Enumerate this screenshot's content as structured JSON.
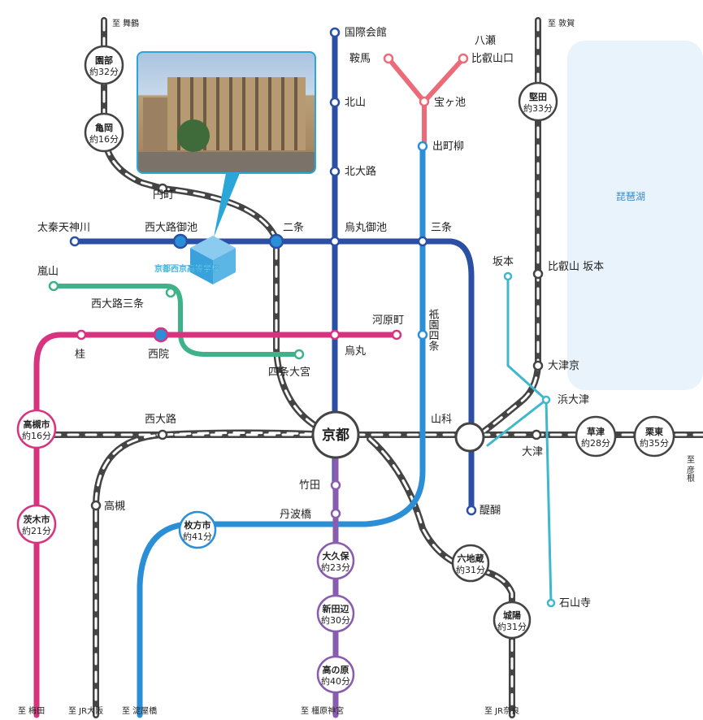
{
  "lake": "琵琶湖",
  "school": "京都西京高等学校",
  "stations": {
    "uzumasa": "太秦天神川",
    "nishioji_oike": "西大路御池",
    "nijo": "二条",
    "karasuma_oike": "烏丸御池",
    "sanjo": "三条",
    "enmachi": "円町",
    "arashiyama": "嵐山",
    "nishioji_sanjo": "西大路三条",
    "katsura": "桂",
    "saiin": "西院",
    "karasuma": "烏丸",
    "kawaramachi": "河原町",
    "shijo_omiya": "四条大宮",
    "gion_shijo": "祇園四条",
    "kokusai": "国際会館",
    "kitayama": "北山",
    "kitaoji": "北大路",
    "kurama": "鞍馬",
    "yase": "八瀬",
    "hieizan": "比叡山口",
    "takaragaike": "宝ヶ池",
    "demachi": "出町柳",
    "sakamoto": "坂本",
    "hieizan_sakamoto": "比叡山\n坂本",
    "otsukyo": "大津京",
    "hamaotsu": "浜大津",
    "otsu": "大津",
    "ishiyamadera": "石山寺",
    "kyoto": "京都",
    "yamashina": "山科",
    "nishioji": "西大路",
    "takatsuki": "高槻",
    "takeda": "竹田",
    "tambabashi": "丹波橋",
    "daigo": "醍醐"
  },
  "times": {
    "sonobe": [
      "園部",
      "約32分"
    ],
    "kameoka": [
      "亀岡",
      "約16分"
    ],
    "katata": [
      "堅田",
      "約33分"
    ],
    "takatsuki_shi": [
      "高槻市",
      "約16分"
    ],
    "ibaraki_shi": [
      "茨木市",
      "約21分"
    ],
    "hirakata_shi": [
      "枚方市",
      "約41分"
    ],
    "okubo": [
      "大久保",
      "約23分"
    ],
    "shintanabe": [
      "新田辺",
      "約30分"
    ],
    "takanohara": [
      "高の原",
      "約40分"
    ],
    "rokujizo": [
      "六地蔵",
      "約31分"
    ],
    "joyo": [
      "城陽",
      "約31分"
    ],
    "kusatsu": [
      "草津",
      "約28分"
    ],
    "ritto": [
      "栗東",
      "約35分"
    ]
  },
  "destinations": {
    "maizuru": "至 舞鶴",
    "tsuruga": "至 敦賀",
    "hikone": "至 彦根",
    "umeda": "至 梅田",
    "jr_osaka": "至 JR大阪",
    "yodoyabashi": "至 淀屋橋",
    "kashihara": "至 橿原神宮",
    "jr_nara": "至 JR奈良"
  },
  "colors": {
    "tozai": "#2b4fa3",
    "karasuma_line": "#2b4fa3",
    "keihan": "#2b8fd8",
    "eizan": "#ec6b78",
    "randen": "#3fb28a",
    "hankyu": "#d8337f",
    "kintetsu": "#8a5cb0",
    "ishiyama": "#3fb8cc",
    "jr": "#444444",
    "lake": "#e8f3fb"
  }
}
